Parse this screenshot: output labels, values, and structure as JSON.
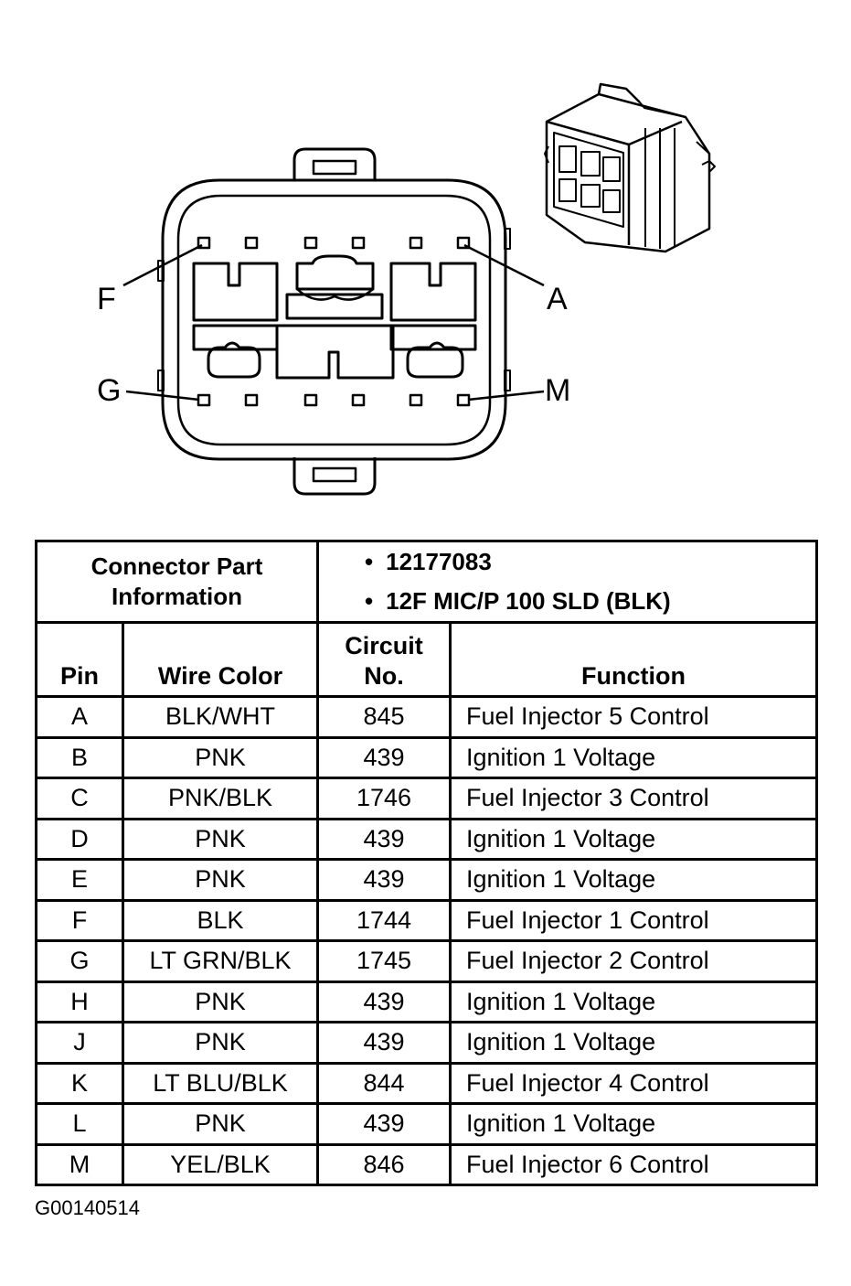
{
  "diagram": {
    "pin_labels": {
      "top_left": "F",
      "top_right": "A",
      "bottom_left": "G",
      "bottom_right": "M"
    }
  },
  "connector_info": {
    "label": "Connector Part Information",
    "part_lines": [
      "12177083",
      "12F MIC/P 100 SLD (BLK)"
    ],
    "bullet": "•"
  },
  "table": {
    "headers": {
      "pin": "Pin",
      "wire_color": "Wire Color",
      "circuit_no": "Circuit No.",
      "function": "Function"
    },
    "rows": [
      {
        "pin": "A",
        "wire_color": "BLK/WHT",
        "circuit_no": "845",
        "function": "Fuel Injector 5 Control"
      },
      {
        "pin": "B",
        "wire_color": "PNK",
        "circuit_no": "439",
        "function": "Ignition 1 Voltage"
      },
      {
        "pin": "C",
        "wire_color": "PNK/BLK",
        "circuit_no": "1746",
        "function": "Fuel Injector 3 Control"
      },
      {
        "pin": "D",
        "wire_color": "PNK",
        "circuit_no": "439",
        "function": "Ignition 1 Voltage"
      },
      {
        "pin": "E",
        "wire_color": "PNK",
        "circuit_no": "439",
        "function": "Ignition 1 Voltage"
      },
      {
        "pin": "F",
        "wire_color": "BLK",
        "circuit_no": "1744",
        "function": "Fuel Injector 1 Control"
      },
      {
        "pin": "G",
        "wire_color": "LT GRN/BLK",
        "circuit_no": "1745",
        "function": "Fuel Injector 2 Control"
      },
      {
        "pin": "H",
        "wire_color": "PNK",
        "circuit_no": "439",
        "function": "Ignition 1 Voltage"
      },
      {
        "pin": "J",
        "wire_color": "PNK",
        "circuit_no": "439",
        "function": "Ignition 1 Voltage"
      },
      {
        "pin": "K",
        "wire_color": "LT BLU/BLK",
        "circuit_no": "844",
        "function": "Fuel Injector 4 Control"
      },
      {
        "pin": "L",
        "wire_color": "PNK",
        "circuit_no": "439",
        "function": "Ignition 1 Voltage"
      },
      {
        "pin": "M",
        "wire_color": "YEL/BLK",
        "circuit_no": "846",
        "function": "Fuel Injector 6 Control"
      }
    ]
  },
  "footer": {
    "figure_id": "G00140514"
  }
}
